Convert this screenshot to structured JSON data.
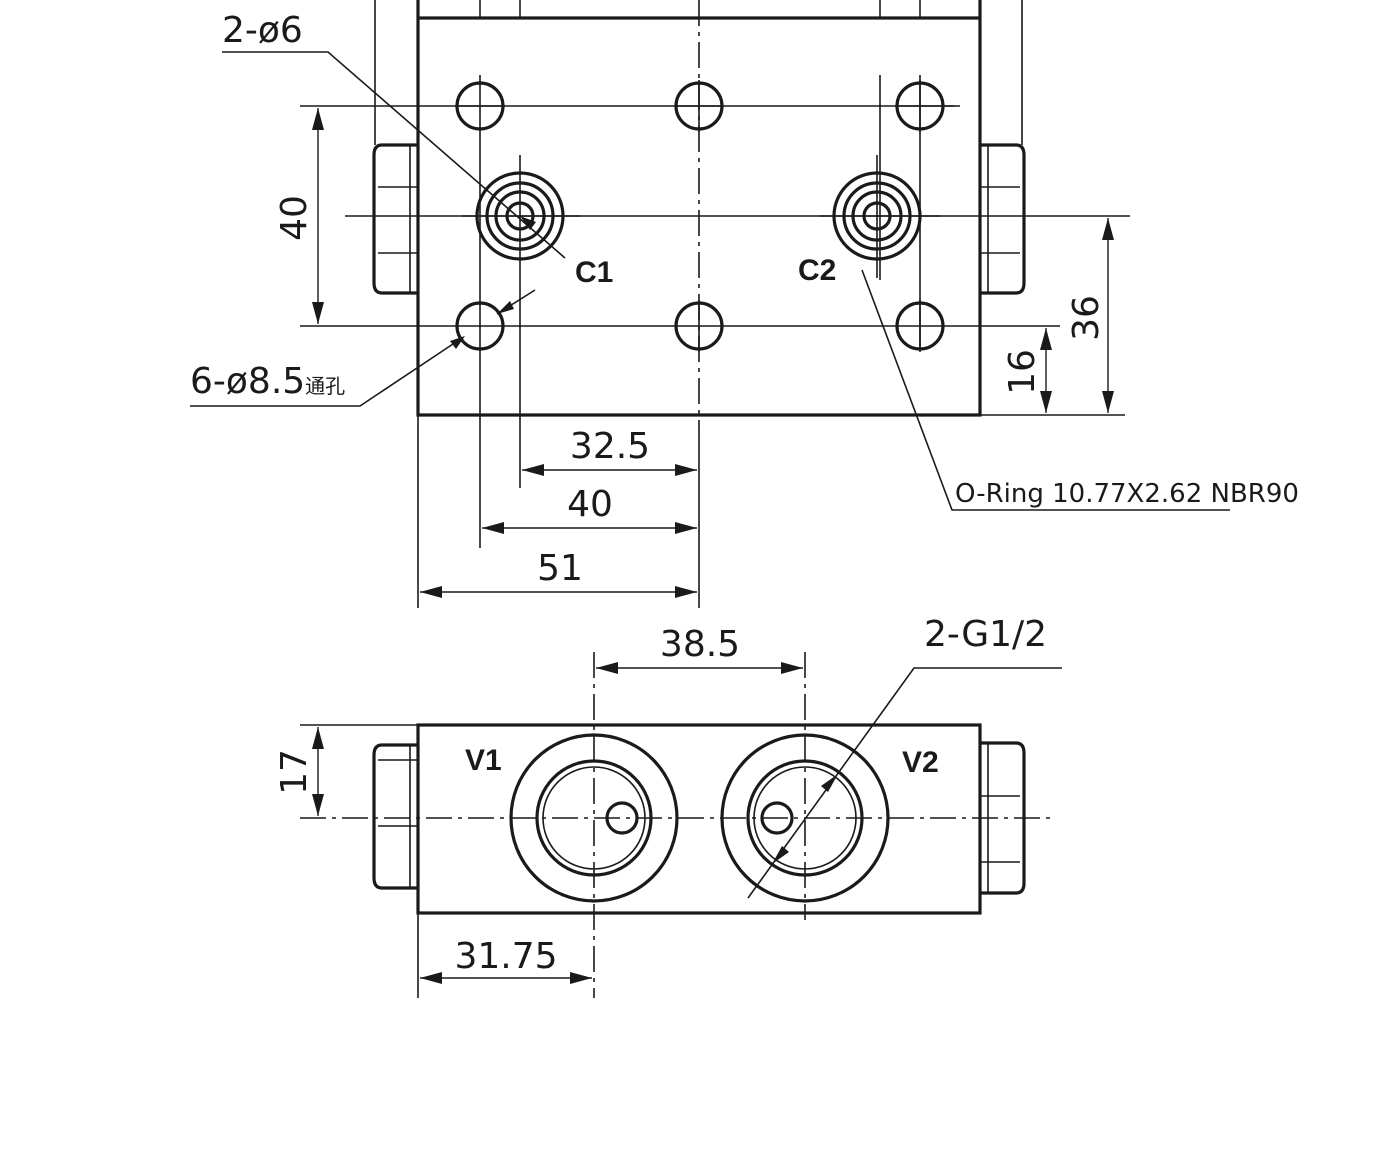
{
  "top_view": {
    "ports": {
      "c1": "C1",
      "c2": "C2"
    },
    "callouts": {
      "pin_holes": "2-ø6",
      "bolt_holes": "6-ø8.5",
      "bolt_holes_suffix": "通孔",
      "o_ring": "O-Ring 10.77X2.62 NBR90"
    },
    "dimensions": {
      "height_hole_pitch": "40",
      "c1_offset": "32.5",
      "hole_offset": "40",
      "body_half": "51",
      "port_height": "36",
      "hole_height": "16"
    }
  },
  "front_view": {
    "ports": {
      "v1": "V1",
      "v2": "V2"
    },
    "callouts": {
      "threads": "2-G1/2"
    },
    "dimensions": {
      "port_pitch": "38.5",
      "axis_height": "17",
      "port_offset": "31.75"
    }
  },
  "colors": {
    "line": "#1a1a1a",
    "background": "#ffffff"
  }
}
